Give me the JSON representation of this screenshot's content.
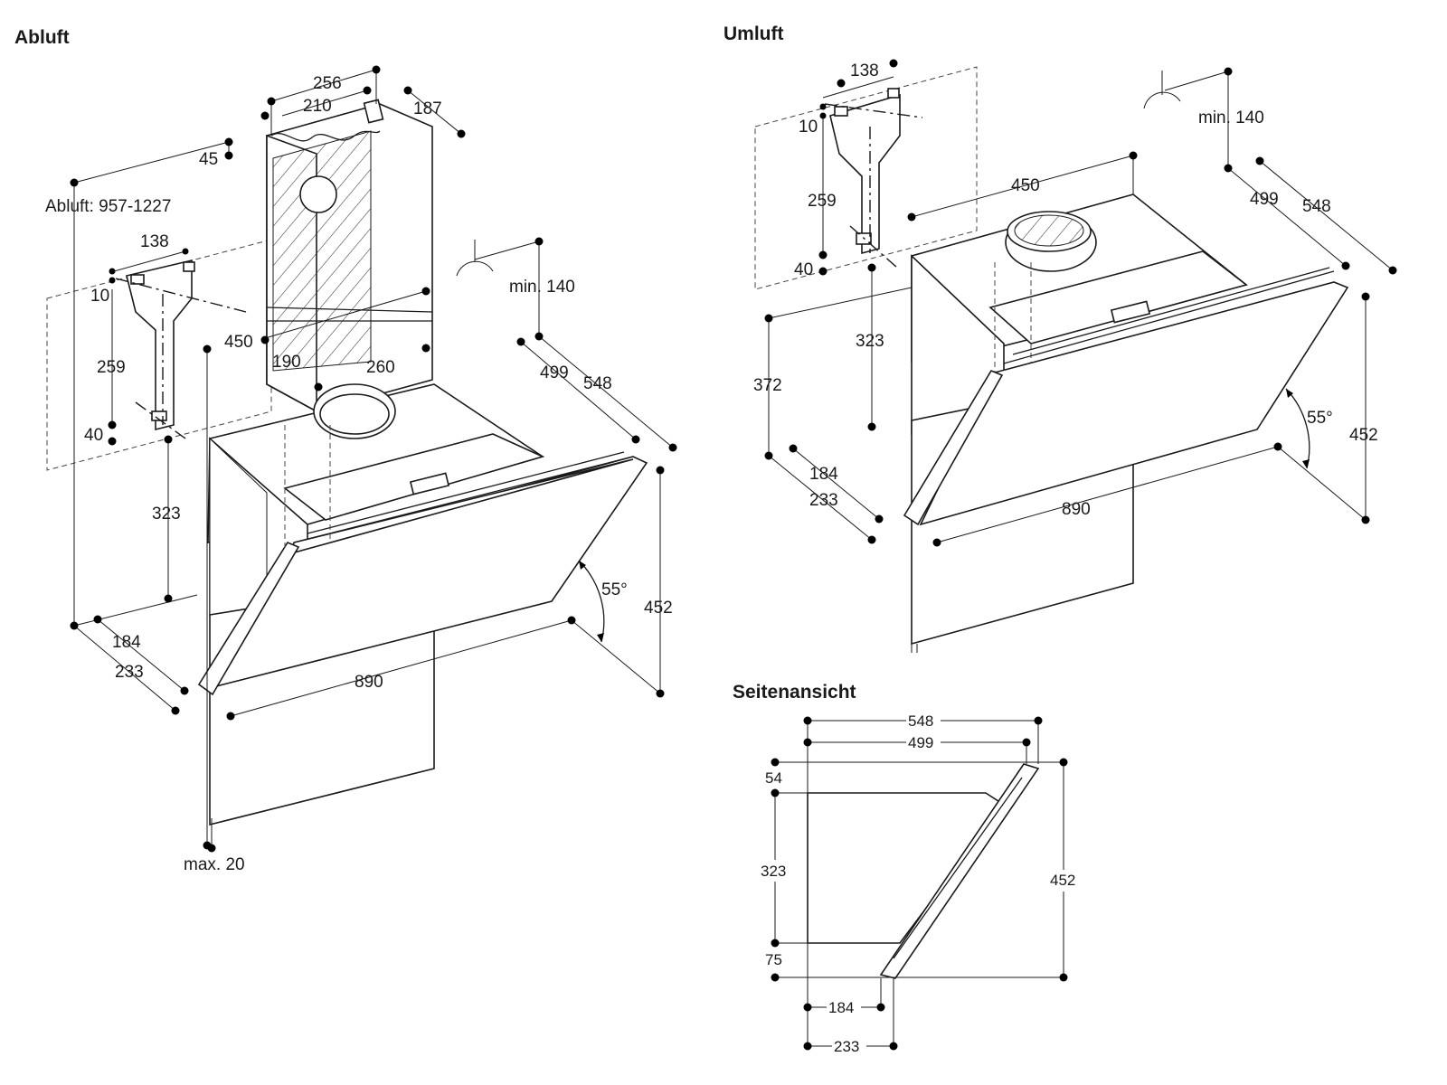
{
  "views": {
    "abluft": {
      "heading": "Abluft",
      "range_label": "Abluft: 957-1227",
      "chimney_256": "256",
      "chimney_210": "210",
      "chimney_187": "187",
      "chimney_45": "45",
      "bracket_138": "138",
      "bracket_10": "10",
      "bracket_259": "259",
      "bracket_40": "40",
      "height_323": "323",
      "depth_184": "184",
      "depth_233": "233",
      "width_890": "890",
      "height_452": "452",
      "angle_55": "55°",
      "width_450": "450",
      "dim_190": "190",
      "dim_260": "260",
      "depth_499": "499",
      "depth_548": "548",
      "min_140": "min. 140",
      "max_20": "max. 20"
    },
    "umluft": {
      "heading": "Umluft",
      "bracket_138": "138",
      "bracket_10": "10",
      "bracket_259": "259",
      "bracket_40": "40",
      "width_450": "450",
      "min_140": "min. 140",
      "depth_499": "499",
      "depth_548": "548",
      "height_323": "323",
      "height_372": "372",
      "depth_184": "184",
      "depth_233": "233",
      "width_890": "890",
      "angle_55": "55°",
      "height_452": "452"
    },
    "seitenansicht": {
      "heading": "Seitenansicht",
      "dim_548": "548",
      "dim_499": "499",
      "dim_54": "54",
      "dim_323": "323",
      "dim_452": "452",
      "dim_75": "75",
      "dim_184": "184",
      "dim_233": "233"
    }
  }
}
